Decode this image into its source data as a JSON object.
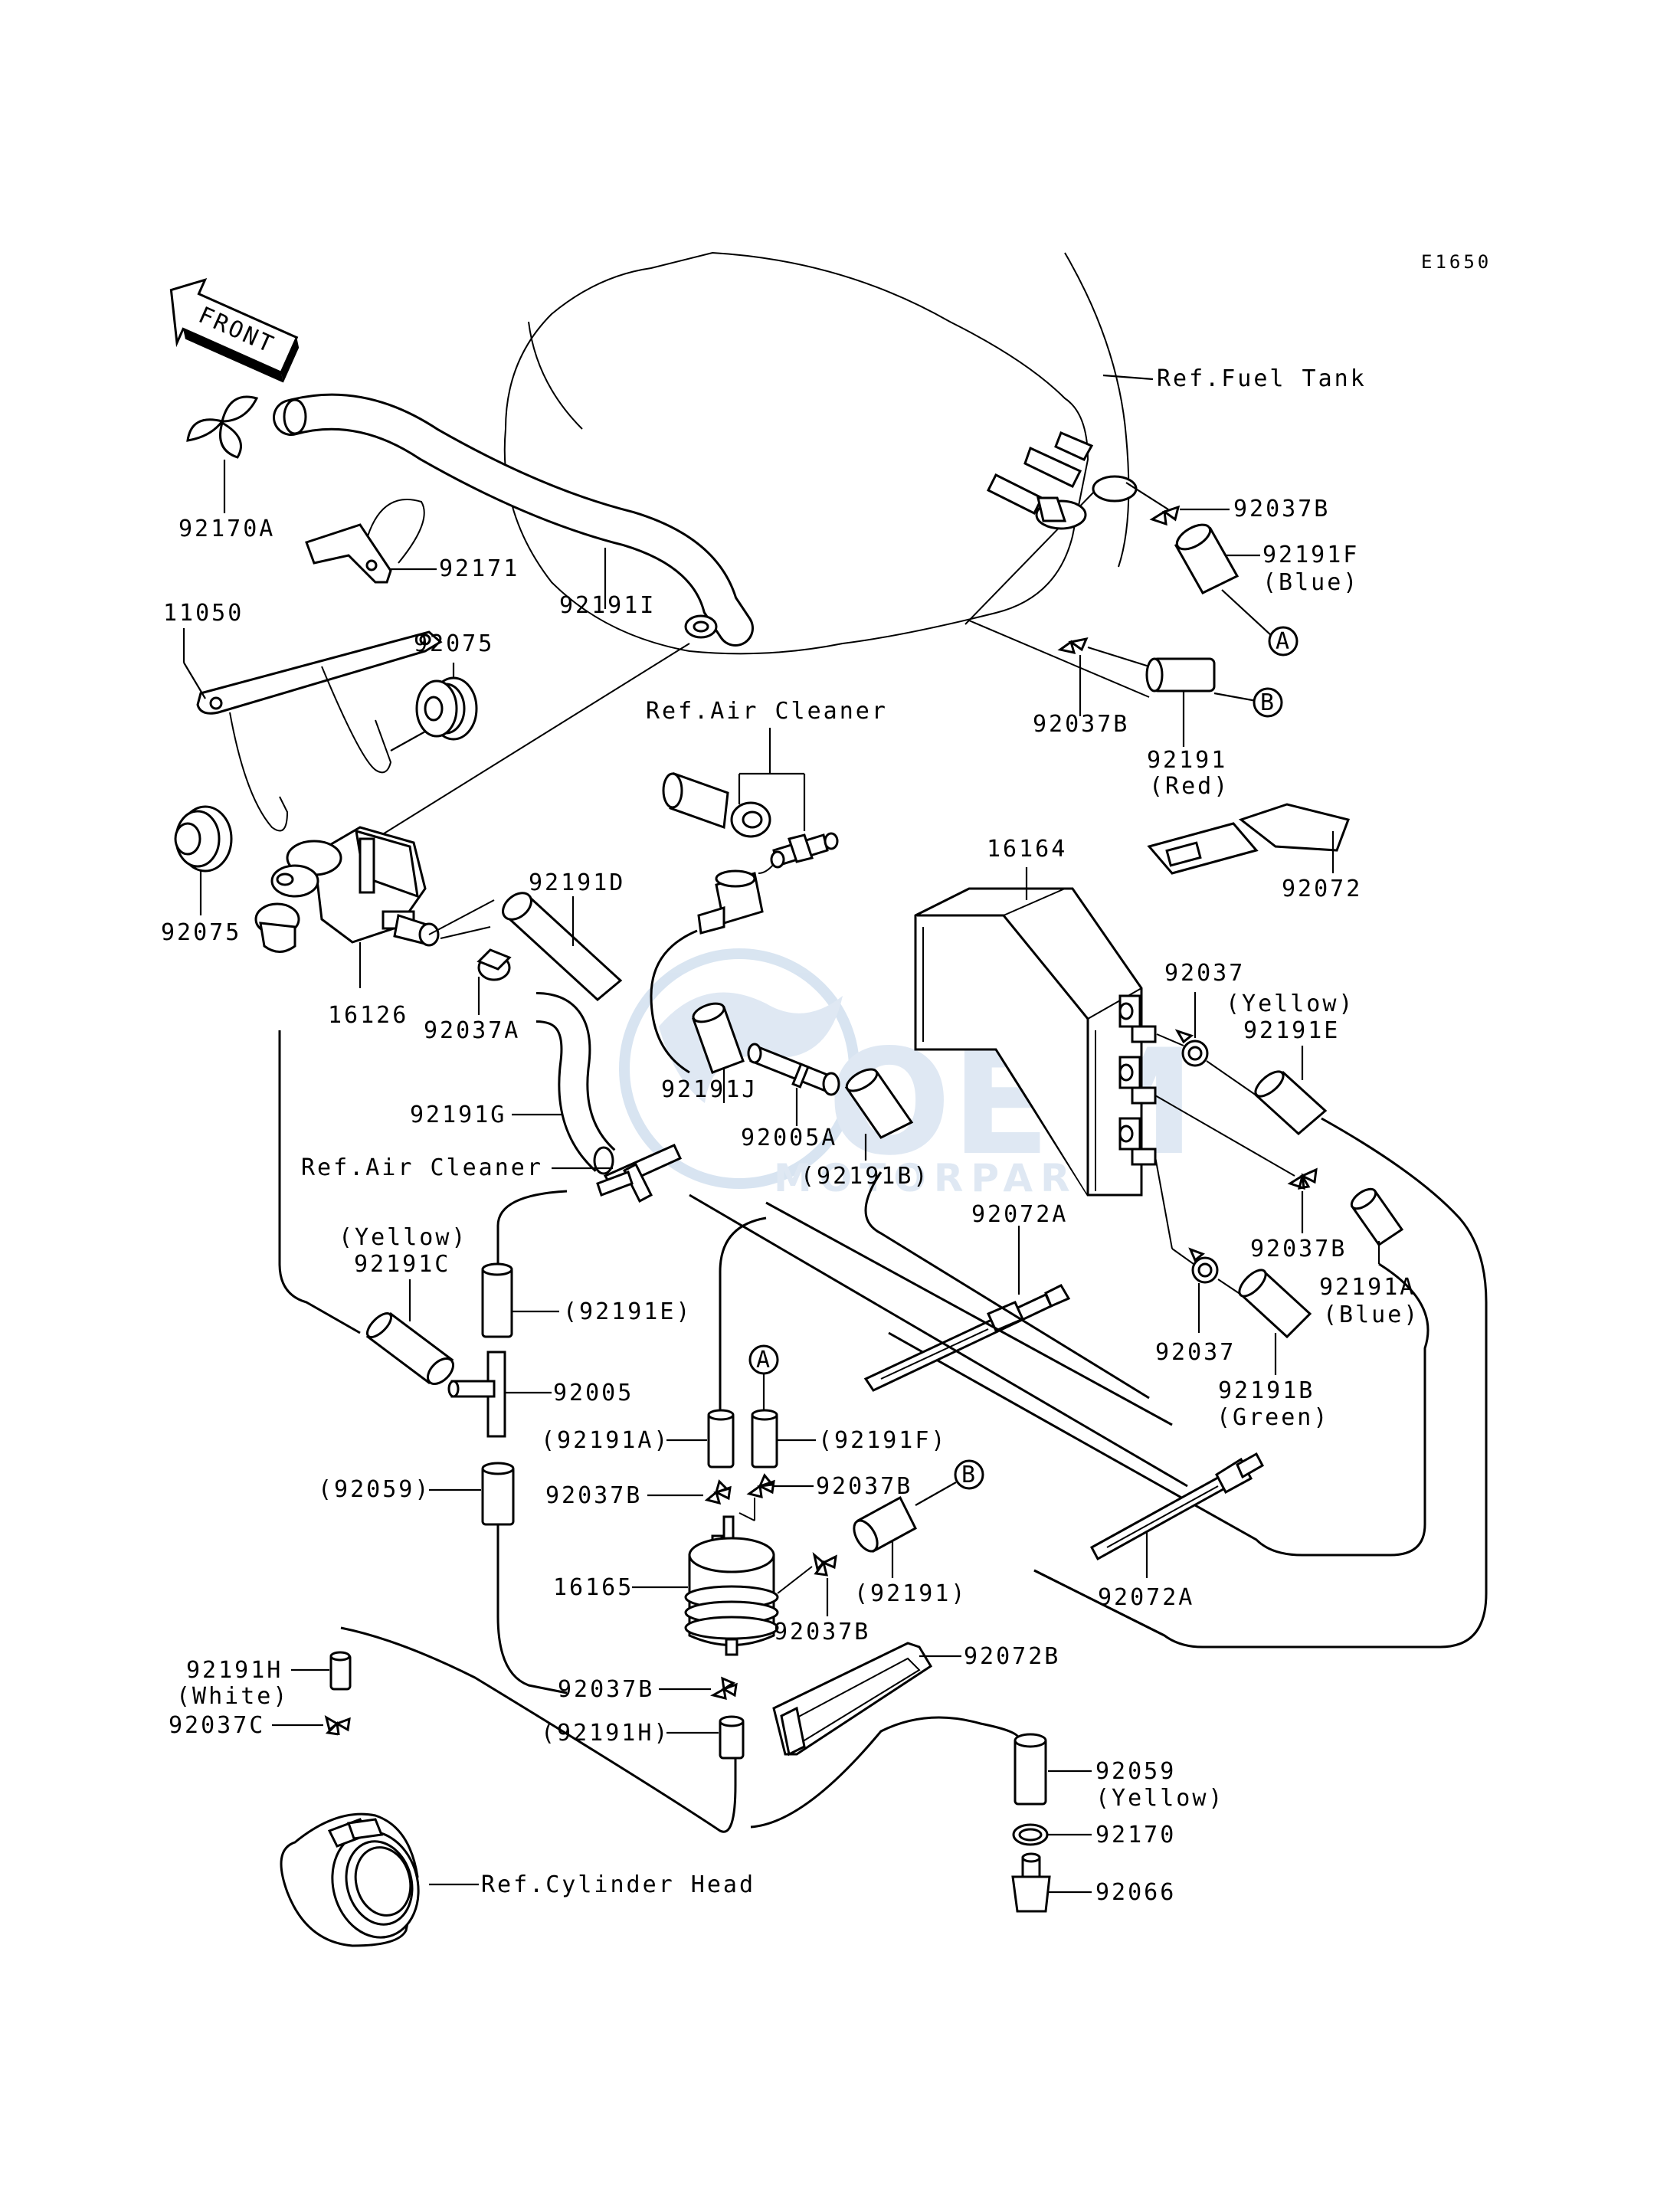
{
  "diagram": {
    "code": "E1650",
    "front_label": "FRONT",
    "watermark": {
      "logo": "OEM",
      "tagline": "MOTORPARTS"
    },
    "labels": {
      "ref_fuel_tank": "Ref.Fuel Tank",
      "ref_air_cleaner_top": "Ref.Air Cleaner",
      "ref_air_cleaner_mid": "Ref.Air Cleaner",
      "ref_cylinder_head": "Ref.Cylinder Head",
      "p92170A": "92170A",
      "p92171": "92171",
      "p92191I": "92191I",
      "p11050": "11050",
      "p92075_top": "92075",
      "p92075_left": "92075",
      "p92037B_tank": "92037B",
      "p92191F": "92191F",
      "blue_1": "(Blue)",
      "p92037B_tank2": "92037B",
      "p92191_red": "92191",
      "red": "(Red)",
      "p16164": "16164",
      "p92072": "92072",
      "p92191D": "92191D",
      "p16126": "16126",
      "p92037A": "92037A",
      "p92191J": "92191J",
      "p92005A": "92005A",
      "p92191B_paren": "(92191B)",
      "p92191G": "92191G",
      "p92037_top": "92037",
      "yellow_1": "(Yellow)",
      "p92191E": "92191E",
      "p92072A_top": "92072A",
      "p92037B_right": "92037B",
      "p92191A": "92191A",
      "blue_2": "(Blue)",
      "p92037_mid": "92037",
      "p92191B": "92191B",
      "green": "(Green)",
      "yellow_2": "(Yellow)",
      "p92191C": "92191C",
      "p92191E_paren": "(92191E)",
      "p92005": "92005",
      "p92191A_paren": "(92191A)",
      "p92191F_paren": "(92191F)",
      "p92059_paren": "(92059)",
      "p92037B_l": "92037B",
      "p92037B_r": "92037B",
      "p16165": "16165",
      "p92191_paren": "(92191)",
      "p92037B_low": "92037B",
      "p92072A_low": "92072A",
      "p92191H": "92191H",
      "white": "(White)",
      "p92037B_bot": "92037B",
      "p92072B": "92072B",
      "p92037C": "92037C",
      "p92191H_paren": "(92191H)",
      "p92059": "92059",
      "yellow_3": "(Yellow)",
      "p92170": "92170",
      "p92066": "92066",
      "callout_A_top": "A",
      "callout_B_top": "B",
      "callout_A_mid": "A",
      "callout_B_mid": "B"
    }
  }
}
